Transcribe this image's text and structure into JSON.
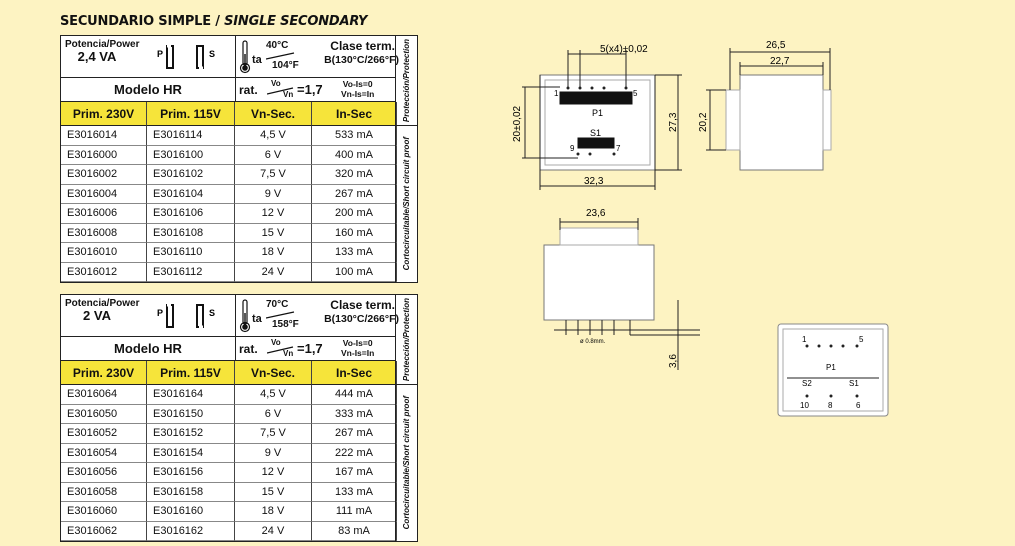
{
  "section_title": {
    "main": "SECUNDARIO SIMPLE / ",
    "italic": "SINGLE SECONDARY"
  },
  "tables": [
    {
      "power_label": "Potencia/Power",
      "power_value": "2,4 VA",
      "ta_label": "ta",
      "temp_c": "40°C",
      "temp_f": "104°F",
      "clase_label": "Clase term.",
      "clase_value": "B(130°C/266°F)",
      "modelo_label": "Modelo HR",
      "rat_label": "rat.",
      "ratio_top": "Vo",
      "ratio_bottom": "Vn",
      "ratio_value": "=1,7",
      "vo_is0": "Vo-Is=0",
      "vn_isin": "Vn-Is=In",
      "sym_p": "P",
      "sym_s": "S",
      "side_protection": "Protección/Protection",
      "side_short": "Cortocircuitable/Short circuit proof",
      "headers": [
        "Prim. 230V",
        "Prim. 115V",
        "Vn-Sec.",
        "In-Sec"
      ],
      "rows": [
        [
          "E3016014",
          "E3016114",
          "4,5 V",
          "533 mA"
        ],
        [
          "E3016000",
          "E3016100",
          "6 V",
          "400 mA"
        ],
        [
          "E3016002",
          "E3016102",
          "7,5 V",
          "320 mA"
        ],
        [
          "E3016004",
          "E3016104",
          "9 V",
          "267 mA"
        ],
        [
          "E3016006",
          "E3016106",
          "12 V",
          "200 mA"
        ],
        [
          "E3016008",
          "E3016108",
          "15 V",
          "160 mA"
        ],
        [
          "E3016010",
          "E3016110",
          "18 V",
          "133 mA"
        ],
        [
          "E3016012",
          "E3016112",
          "24 V",
          "100 mA"
        ]
      ]
    },
    {
      "power_label": "Potencia/Power",
      "power_value": "2 VA",
      "ta_label": "ta",
      "temp_c": "70°C",
      "temp_f": "158°F",
      "clase_label": "Clase term.",
      "clase_value": "B(130°C/266°F)",
      "modelo_label": "Modelo HR",
      "rat_label": "rat.",
      "ratio_top": "Vo",
      "ratio_bottom": "Vn",
      "ratio_value": "=1,7",
      "vo_is0": "Vo-Is=0",
      "vn_isin": "Vn-Is=In",
      "sym_p": "P",
      "sym_s": "S",
      "side_protection": "Protección/Protection",
      "side_short": "Cortocircuitable/Short circuit proof",
      "headers": [
        "Prim. 230V",
        "Prim. 115V",
        "Vn-Sec.",
        "In-Sec"
      ],
      "rows": [
        [
          "E3016064",
          "E3016164",
          "4,5 V",
          "444 mA"
        ],
        [
          "E3016050",
          "E3016150",
          "6 V",
          "333 mA"
        ],
        [
          "E3016052",
          "E3016152",
          "7,5 V",
          "267 mA"
        ],
        [
          "E3016054",
          "E3016154",
          "9 V",
          "222 mA"
        ],
        [
          "E3016056",
          "E3016156",
          "12 V",
          "167 mA"
        ],
        [
          "E3016058",
          "E3016158",
          "15 V",
          "133 mA"
        ],
        [
          "E3016060",
          "E3016160",
          "18 V",
          "111 mA"
        ],
        [
          "E3016062",
          "E3016162",
          "24 V",
          "83 mA"
        ]
      ]
    }
  ],
  "drawing": {
    "pitch": "5(x4)±0,02",
    "height_tol": "20±0,02",
    "width": "32,3",
    "height_total": "27,3",
    "side_depth_outer": "26,5",
    "side_depth_inner": "22,7",
    "side_height": "20,2",
    "front_width": "23,6",
    "pin_diam": "ø 0.8mm.",
    "pin_len": "3,6",
    "p1": "P1",
    "s1": "S1",
    "s2": "S2",
    "pin_1": "1",
    "pin_5": "5",
    "pin_9": "9",
    "pin_7": "7",
    "pin_10": "10",
    "pin_8": "8",
    "pin_6": "6"
  }
}
